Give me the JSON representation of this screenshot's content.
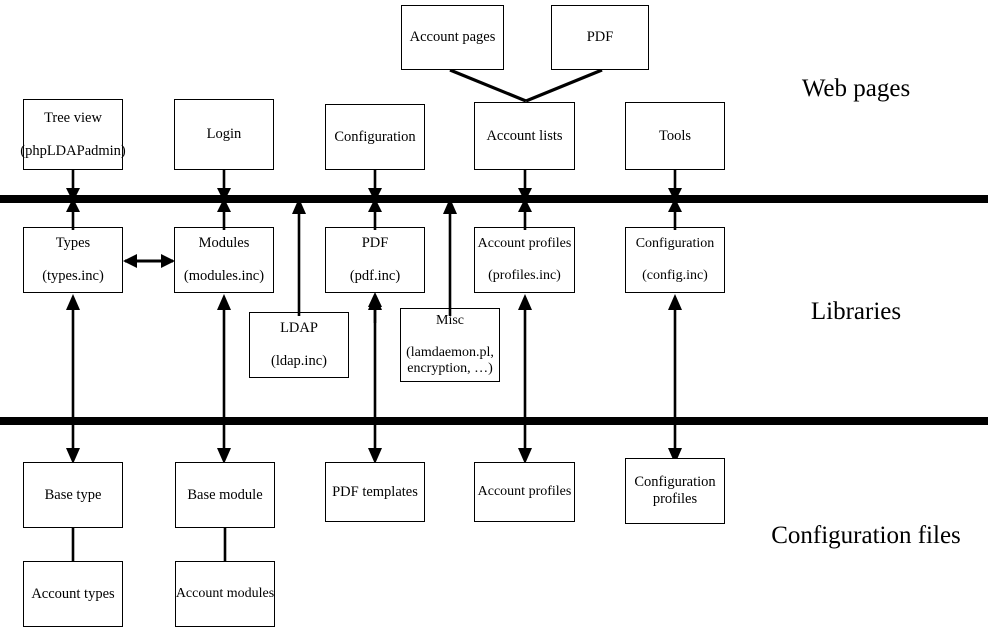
{
  "diagram": {
    "title": "LDAP Account Manager architecture",
    "background": "#ffffff",
    "stroke": "#000000",
    "bar_color": "#000000"
  },
  "section_labels": [
    {
      "id": "web-pages",
      "text": "Web pages"
    },
    {
      "id": "libraries",
      "text": "Libraries"
    },
    {
      "id": "configuration-files",
      "text": "Configuration files"
    }
  ],
  "layers": {
    "top_sources": [
      {
        "id": "account-pages",
        "line1": "Account pages",
        "line2": ""
      },
      {
        "id": "pdf-source",
        "line1": "PDF",
        "line2": ""
      }
    ],
    "web_pages": [
      {
        "id": "tree-view",
        "line1": "Tree view",
        "line2": "(phpLDAPadmin)"
      },
      {
        "id": "login",
        "line1": "Login",
        "line2": ""
      },
      {
        "id": "configuration-page",
        "line1": "Configuration",
        "line2": ""
      },
      {
        "id": "account-lists",
        "line1": "Account lists",
        "line2": ""
      },
      {
        "id": "tools",
        "line1": "Tools",
        "line2": ""
      }
    ],
    "libraries": [
      {
        "id": "types",
        "line1": "Types",
        "line2": "(types.inc)"
      },
      {
        "id": "modules",
        "line1": "Modules",
        "line2": "(modules.inc)"
      },
      {
        "id": "pdf-lib",
        "line1": "PDF",
        "line2": "(pdf.inc)"
      },
      {
        "id": "account-profiles-lib",
        "line1": "Account profiles",
        "line2": "(profiles.inc)"
      },
      {
        "id": "configuration-lib",
        "line1": "Configuration",
        "line2": "(config.inc)"
      }
    ],
    "libraries_secondary": [
      {
        "id": "ldap",
        "line1": "LDAP",
        "line2": "(ldap.inc)"
      },
      {
        "id": "misc",
        "line1": "Misc",
        "line2": "(lamdaemon.pl, encryption, …)"
      }
    ],
    "configuration_files": [
      {
        "id": "base-type",
        "line1": "Base type",
        "line2": ""
      },
      {
        "id": "base-module",
        "line1": "Base module",
        "line2": ""
      },
      {
        "id": "pdf-templates",
        "line1": "PDF templates",
        "line2": ""
      },
      {
        "id": "account-profiles-file",
        "line1": "Account profiles",
        "line2": ""
      },
      {
        "id": "configuration-profiles",
        "line1": "Configuration",
        "line2": "profiles"
      }
    ],
    "configuration_files_sub": [
      {
        "id": "account-types",
        "line1": "Account types",
        "line2": ""
      },
      {
        "id": "account-modules",
        "line1": "Account modules",
        "line2": ""
      }
    ]
  },
  "separators": [
    {
      "id": "web-library-separator"
    },
    {
      "id": "library-config-separator"
    }
  ]
}
